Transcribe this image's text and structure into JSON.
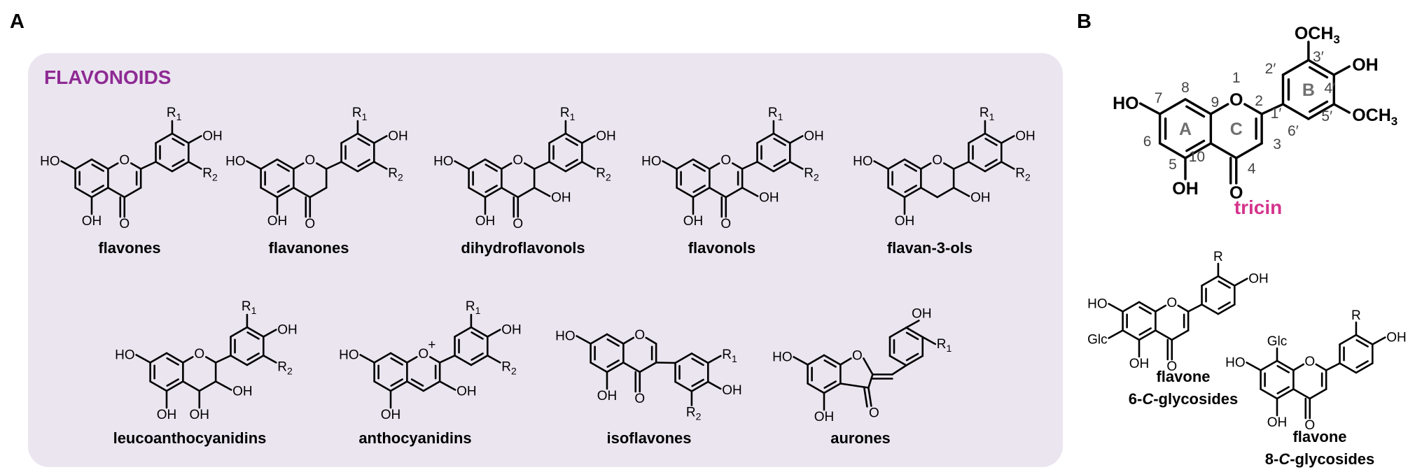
{
  "panels": {
    "a": "A",
    "b": "B"
  },
  "group_title": "FLAVONOIDS",
  "colors": {
    "panel_bg": "#ebe5f0",
    "title": "#8e2a93",
    "highlight": "#d4348c",
    "numbering": "#444444",
    "ring_letter": "#6f6f6f"
  },
  "atoms": {
    "ho": "HO",
    "oh": "OH",
    "o": "O",
    "r1": "R",
    "r2": "R",
    "sub1": "1",
    "sub2": "2",
    "r": "R",
    "glc": "Glc",
    "ome": "OCH",
    "ome_sub": "3",
    "oplus": "+"
  },
  "classes": [
    {
      "name": "flavones"
    },
    {
      "name": "flavanones"
    },
    {
      "name": "dihydroflavonols"
    },
    {
      "name": "flavonols"
    },
    {
      "name": "flavan-3-ols"
    },
    {
      "name": "leucoanthocyanidins"
    },
    {
      "name": "anthocyanidins"
    },
    {
      "name": "isoflavones"
    },
    {
      "name": "aurones"
    }
  ],
  "tricin": {
    "name": "tricin",
    "ring_letters": [
      "A",
      "C",
      "B"
    ],
    "numbering": [
      "1",
      "2",
      "3",
      "4",
      "5",
      "6",
      "7",
      "8",
      "9",
      "10",
      "1′",
      "2′",
      "3′",
      "4′",
      "5′",
      "6′"
    ]
  },
  "glycosides": [
    {
      "line1": "flavone",
      "line2_pre": "6-",
      "line2_it": "C",
      "line2_post": "-glycosides"
    },
    {
      "line1": "flavone",
      "line2_pre": "8-",
      "line2_it": "C",
      "line2_post": "-glycosides"
    }
  ]
}
